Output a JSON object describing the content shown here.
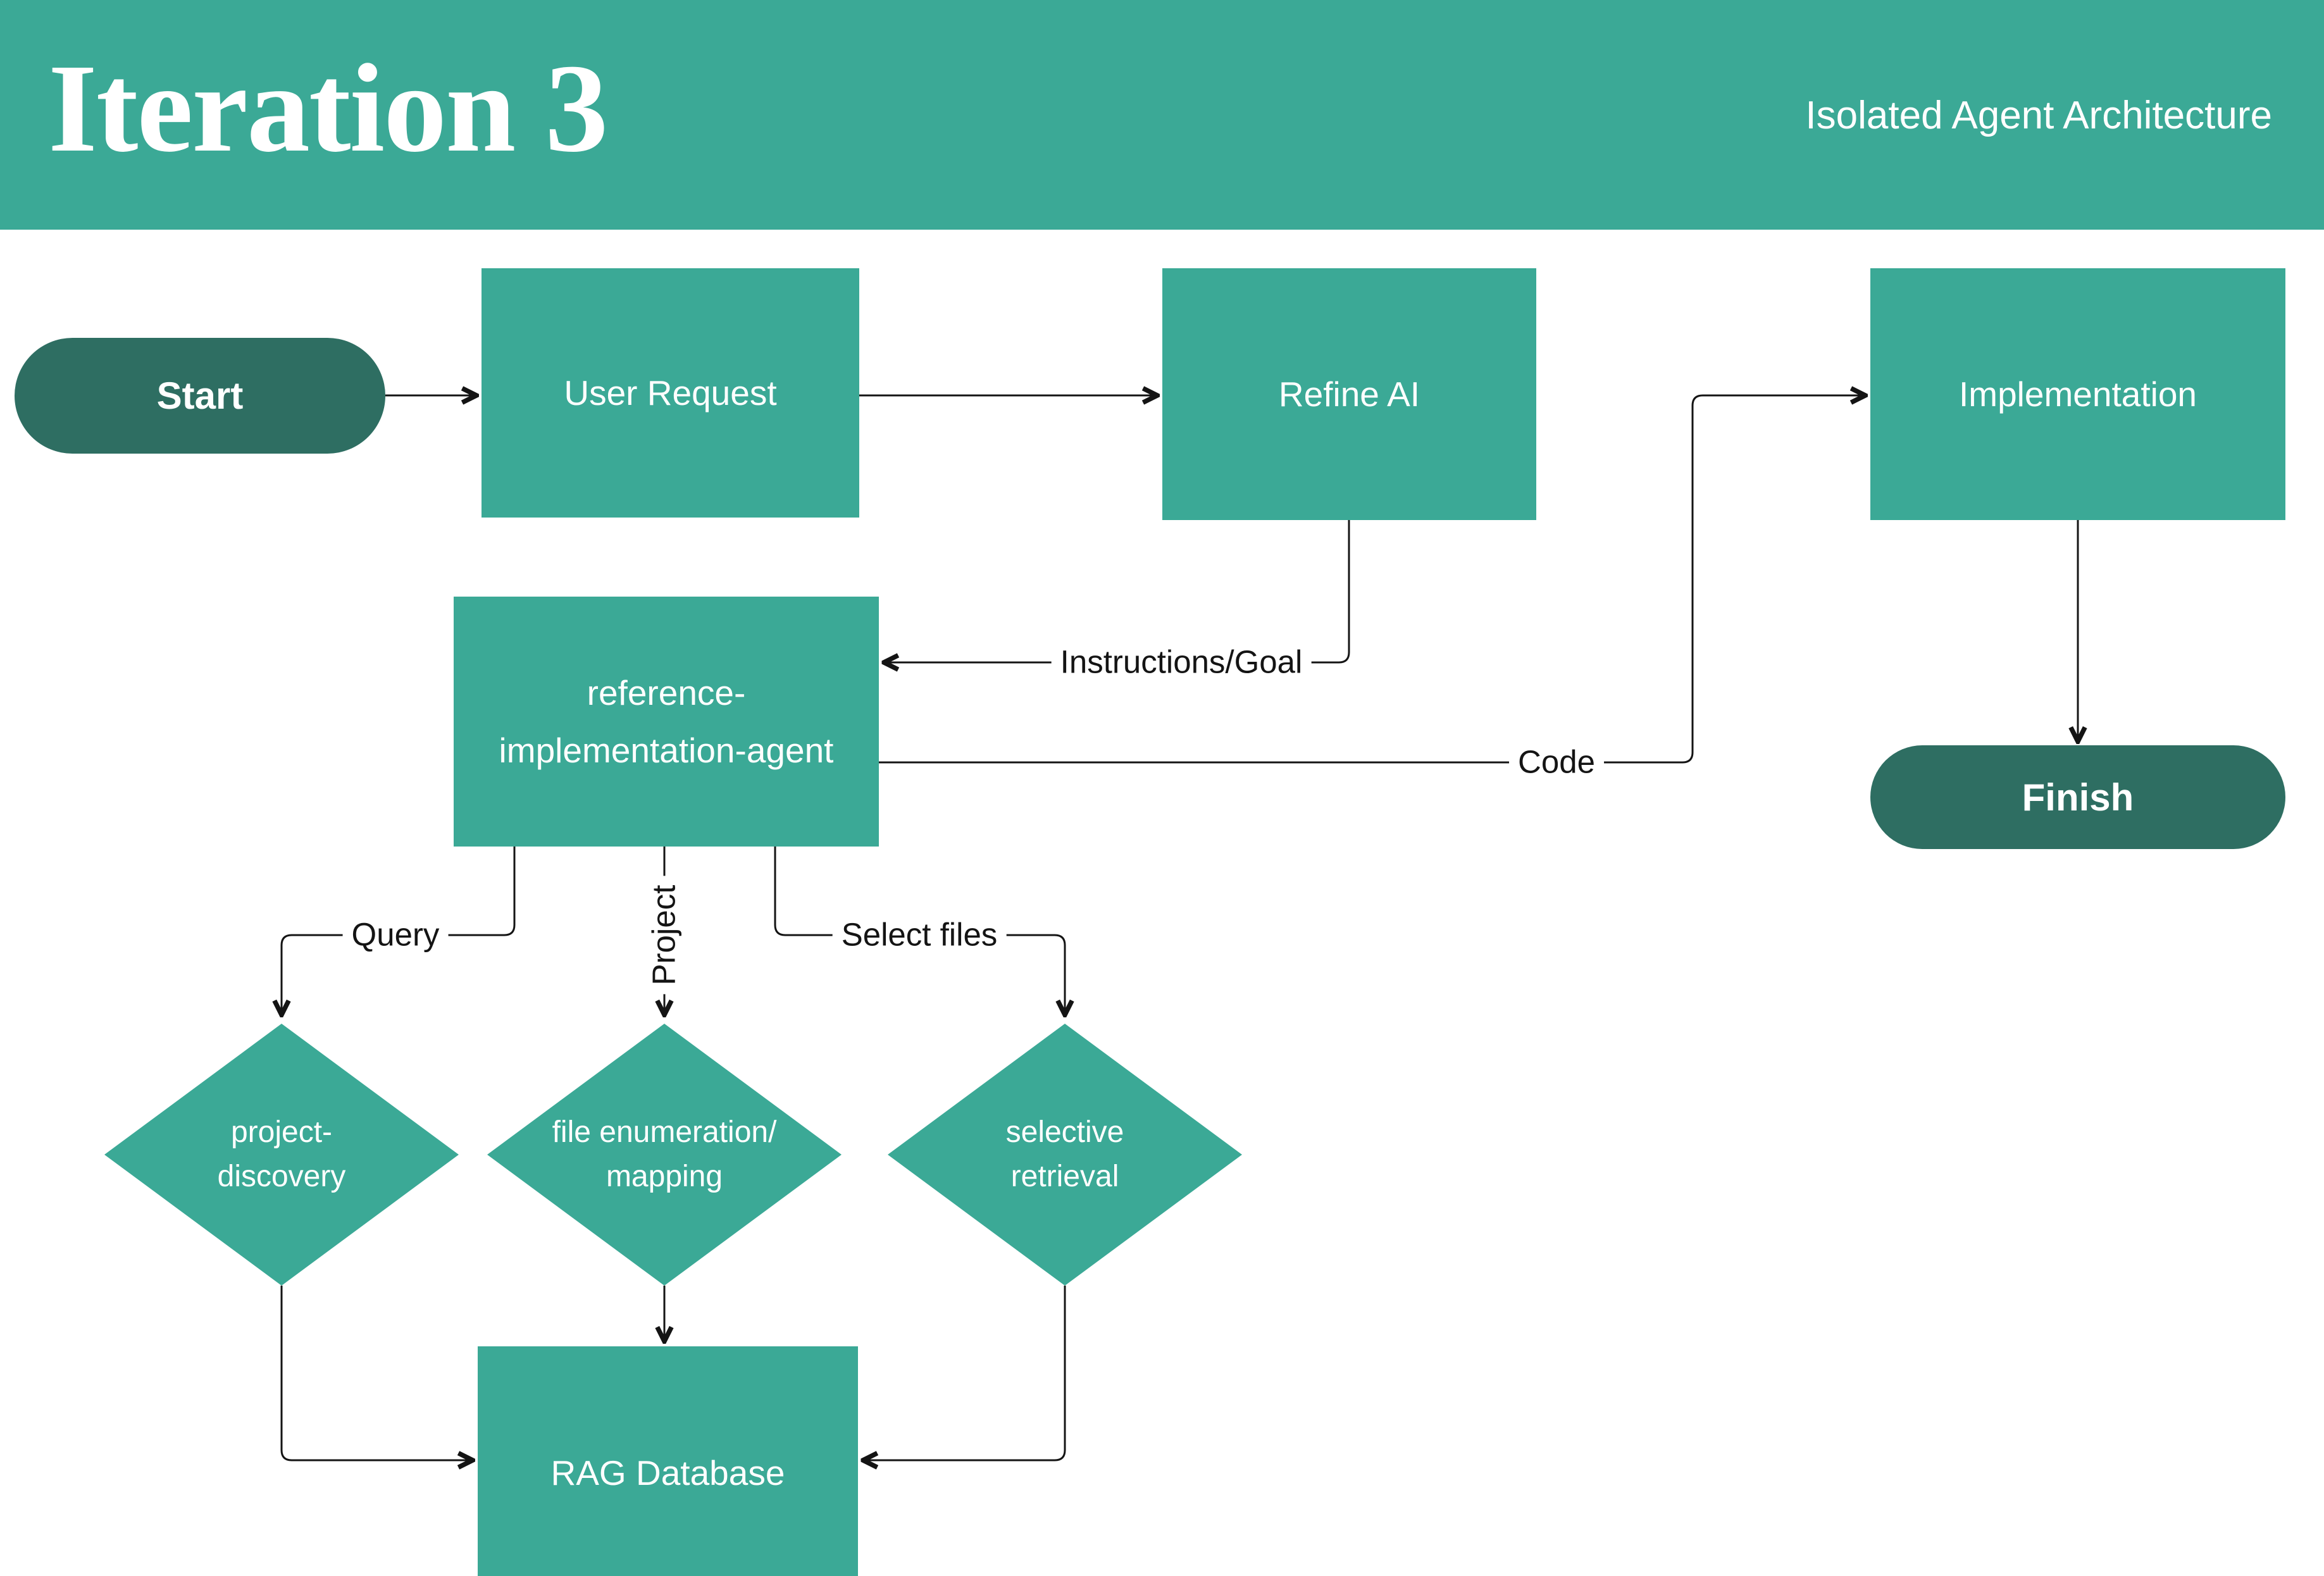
{
  "header": {
    "title": "Iteration 3",
    "subtitle": "Isolated Agent Architecture"
  },
  "colors": {
    "header_background": "#3BA996",
    "node_teal": "#3BA996",
    "terminator_dark_teal": "#2E6E62",
    "line_black": "#141414",
    "node_text": "#FFFFFF",
    "page_background": "#FFFFFF"
  },
  "nodes": {
    "start": {
      "label": "Start",
      "shape": "terminator-pill"
    },
    "user_request": {
      "label": "User Request",
      "shape": "rectangle"
    },
    "refine_ai": {
      "label": "Refine AI",
      "shape": "rectangle"
    },
    "implementation": {
      "label": "Implementation",
      "shape": "rectangle"
    },
    "finish": {
      "label": "Finish",
      "shape": "terminator-pill"
    },
    "agent": {
      "label_line1": "reference-",
      "label_line2": "implementation-agent",
      "shape": "rectangle"
    },
    "project_discovery": {
      "label_line1": "project-",
      "label_line2": "discovery",
      "shape": "diamond"
    },
    "file_enumeration": {
      "label_line1": "file enumeration/",
      "label_line2": "mapping",
      "shape": "diamond"
    },
    "selective_retrieval": {
      "label_line1": "selective",
      "label_line2": "retrieval",
      "shape": "diamond"
    },
    "rag_database": {
      "label": "RAG Database",
      "shape": "rectangle"
    }
  },
  "edge_labels": {
    "instructions_goal": "Instructions/Goal",
    "code": "Code",
    "query": "Query",
    "project": "Project",
    "select_files": "Select files"
  },
  "edges": [
    {
      "from": "start",
      "to": "user_request",
      "label": ""
    },
    {
      "from": "user_request",
      "to": "refine_ai",
      "label": ""
    },
    {
      "from": "refine_ai",
      "to": "agent",
      "label": "Instructions/Goal"
    },
    {
      "from": "agent",
      "to": "implementation",
      "label": "Code"
    },
    {
      "from": "implementation",
      "to": "finish",
      "label": ""
    },
    {
      "from": "agent",
      "to": "project_discovery",
      "label": "Query"
    },
    {
      "from": "agent",
      "to": "file_enumeration",
      "label": "Project"
    },
    {
      "from": "agent",
      "to": "selective_retrieval",
      "label": "Select files"
    },
    {
      "from": "project_discovery",
      "to": "rag_database",
      "label": ""
    },
    {
      "from": "file_enumeration",
      "to": "rag_database",
      "label": ""
    },
    {
      "from": "selective_retrieval",
      "to": "rag_database",
      "label": ""
    }
  ]
}
